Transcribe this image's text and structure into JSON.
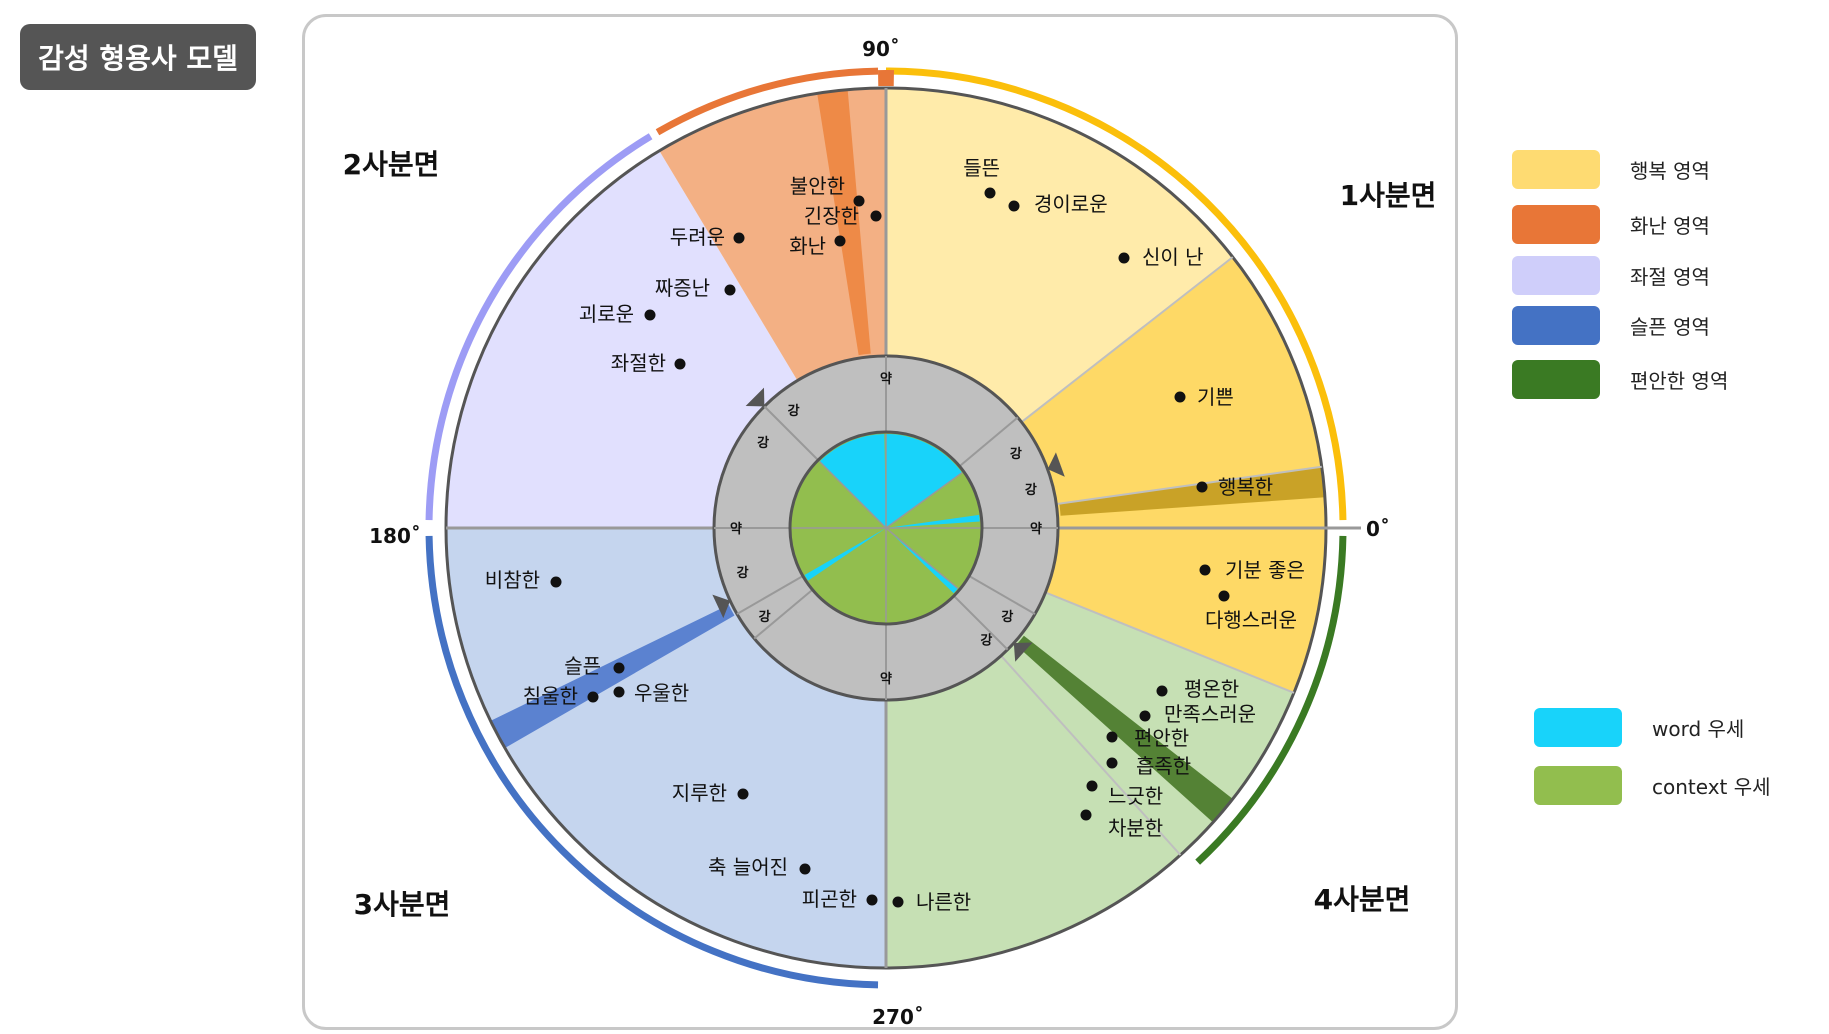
{
  "title": "감성 형용사 모델",
  "angle_labels": [
    "90˚",
    "0˚",
    "180˚",
    "270˚"
  ],
  "quadrant_labels": [
    "1사분면",
    "2사분면",
    "3사분면",
    "4사분면"
  ],
  "legend": [
    {
      "label": "행복 영역",
      "color": "#fedb72"
    },
    {
      "label": "화난 영역",
      "color": "#e87637"
    },
    {
      "label": "좌절 영역",
      "color": "#cfcefa"
    },
    {
      "label": "슬픈 영역",
      "color": "#4472c4"
    },
    {
      "label": "편안한 영역",
      "color": "#3a7a23"
    }
  ],
  "dominance_legend": [
    {
      "label": "word 우세",
      "color": "#18d3fa"
    },
    {
      "label": "context 우세",
      "color": "#92be4e"
    }
  ],
  "words": [
    "들뜬",
    "경이로운",
    "신이 난",
    "기쁜",
    "행복한",
    "기분 좋은",
    "다행스러운",
    "불안한",
    "긴장한",
    "화난",
    "두려운",
    "짜증난",
    "괴로운",
    "좌절한",
    "비참한",
    "슬픈",
    "침울한",
    "우울한",
    "지루한",
    "축 늘어진",
    "피곤한",
    "나른한",
    "평온한",
    "만족스러운",
    "편안한",
    "흡족한",
    "느긋한",
    "차분한"
  ],
  "intensity_labels": {
    "weak": "약",
    "strong": "강"
  },
  "colors": {
    "happy_light": "#ffebaa",
    "happy": "#fed966",
    "happy_band": "#c9a227",
    "angry_light": "#f3b084",
    "angry_band": "#ee8a47",
    "frustrated_light": "#e1e0fe",
    "frustrated_outer": "#9d9cf5",
    "sad_light": "#c5d5ee",
    "sad_band": "#5b82d0",
    "sad_outer": "#4472c4",
    "calm_light": "#c6e0b4",
    "calm_band": "#548235",
    "calm_outer": "#3a7a23",
    "happy_outer": "#fbbf0b",
    "angry_outer": "#e87637",
    "inner_ring": "#bfbfbf",
    "word_dominant": "#18d3fa",
    "context_dominant": "#92be4e"
  }
}
